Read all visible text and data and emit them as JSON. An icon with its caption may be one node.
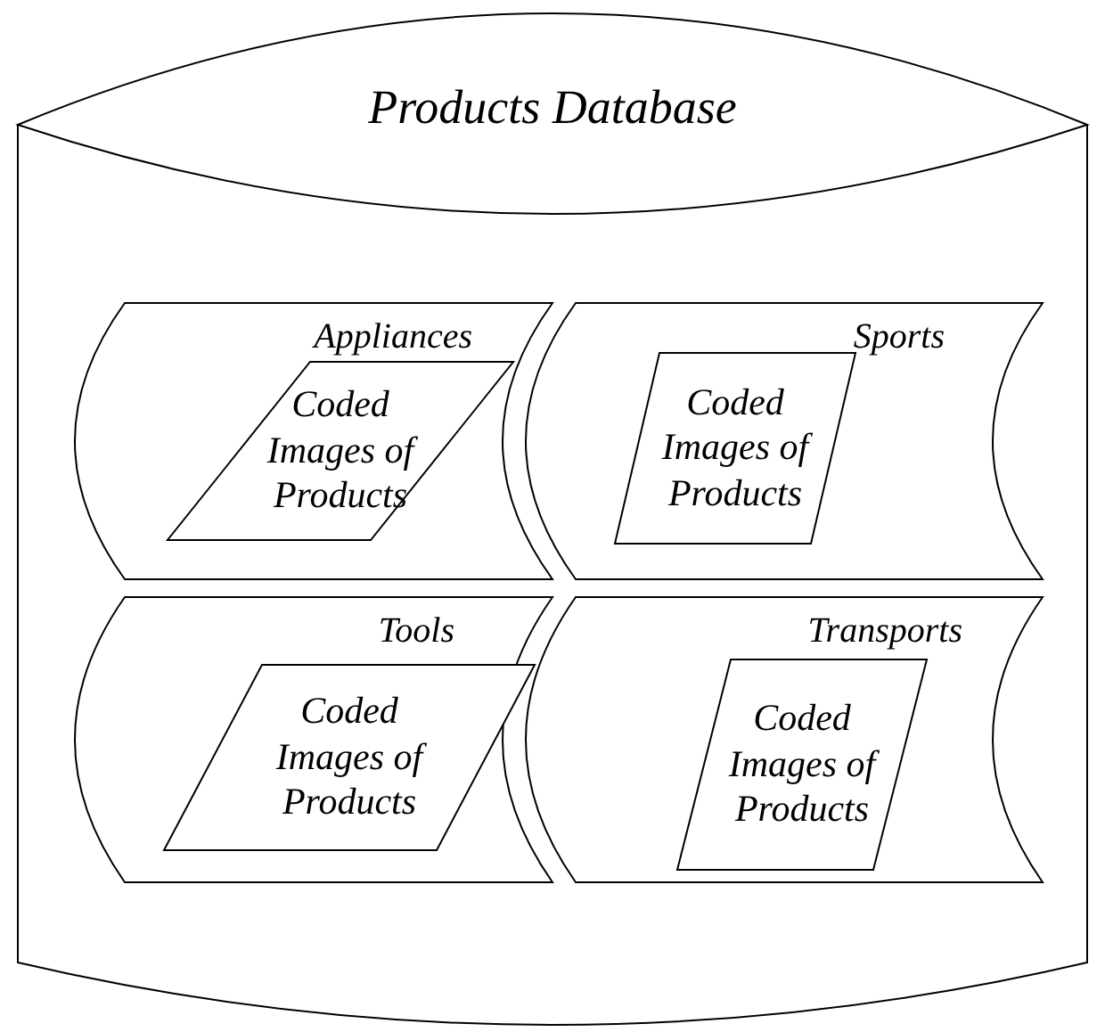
{
  "diagram": {
    "nodes": [
      {
        "text": [
          "Products Database"
        ]
      },
      {
        "text": [
          "Appliances"
        ],
        "in": 0
      },
      {
        "text": [
          "Coded Images of Products"
        ],
        "in": 1
      },
      {
        "text": [
          "Sports"
        ],
        "in": 0
      },
      {
        "text": [
          "Coded Images of Products"
        ],
        "in": 3
      },
      {
        "text": [
          "Tools"
        ],
        "in": 0
      },
      {
        "text": [
          "Coded Images of Products"
        ],
        "in": 5
      },
      {
        "text": [
          "Transports"
        ],
        "in": 0
      },
      {
        "text": [
          "Coded Images of Products"
        ],
        "in": 7
      }
    ]
  }
}
